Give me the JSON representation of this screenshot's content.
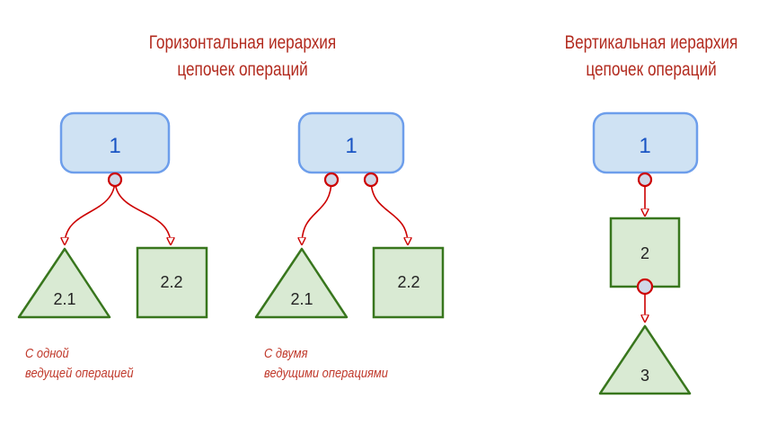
{
  "titles": {
    "horizontal": [
      "Горизонтальная иерархия",
      "цепочек операций"
    ],
    "vertical": [
      "Вертикальная иерархия",
      "цепочек операций"
    ]
  },
  "captions": {
    "one_lead": [
      "С одной",
      "ведущей операцией"
    ],
    "two_lead": [
      "С двумя",
      "ведущими операциями"
    ]
  },
  "nodes": {
    "d1_root": "1",
    "d1_triangle": "2.1",
    "d1_square": "2.2",
    "d2_root": "1",
    "d2_triangle": "2.1",
    "d2_square": "2.2",
    "d3_root": "1",
    "d3_square": "2",
    "d3_triangle": "3"
  },
  "colors": {
    "title": "#b22a1e",
    "caption": "#c0392b",
    "root_fill": "#cfe2f3",
    "root_stroke": "#6d9eeb",
    "root_text": "#1a55c4",
    "child_fill": "#d9ead3",
    "child_stroke": "#38761d",
    "connector": "#cc0000",
    "port_fill": "#d0d8e8"
  }
}
